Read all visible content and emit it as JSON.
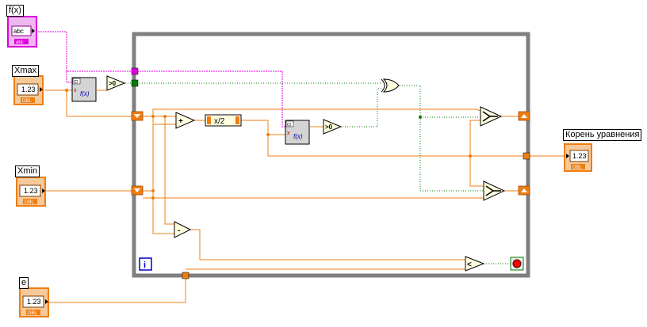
{
  "controls": {
    "fx": {
      "label": "f(x)",
      "type_text": "abc",
      "type_tag": "abc"
    },
    "xmax": {
      "label": "Xmax",
      "value": "1.23",
      "type_tag": "DBL"
    },
    "xmin": {
      "label": "Xmin",
      "value": "1.23",
      "type_tag": "DBL"
    },
    "e": {
      "label": "e",
      "value": "1.23",
      "type_tag": "DBL"
    }
  },
  "indicators": {
    "root": {
      "label": "Корень уравнения",
      "value": "1.23",
      "type_tag": "DBL"
    }
  },
  "nodes": {
    "fx_call_1": {
      "text": "f(x)",
      "prefix": "x",
      "top_symbol": "⊡"
    },
    "fx_call_2": {
      "text": "f(x)",
      "prefix": "x",
      "top_symbol": "⊡"
    },
    "greater_zero_1": {
      "text": ">0"
    },
    "greater_zero_2": {
      "text": ">0"
    },
    "add": {
      "text": "+"
    },
    "divide_half": {
      "text": "x/2"
    },
    "subtract": {
      "text": "-"
    },
    "less": {
      "text": "<"
    },
    "loop_iteration": {
      "text": "i"
    }
  },
  "colors": {
    "wire_double": "#f07d12",
    "wire_string": "#e000e0",
    "wire_bool": "#0a7a0a",
    "loop_border": "#808080",
    "control_fill": "#f5c99a"
  }
}
